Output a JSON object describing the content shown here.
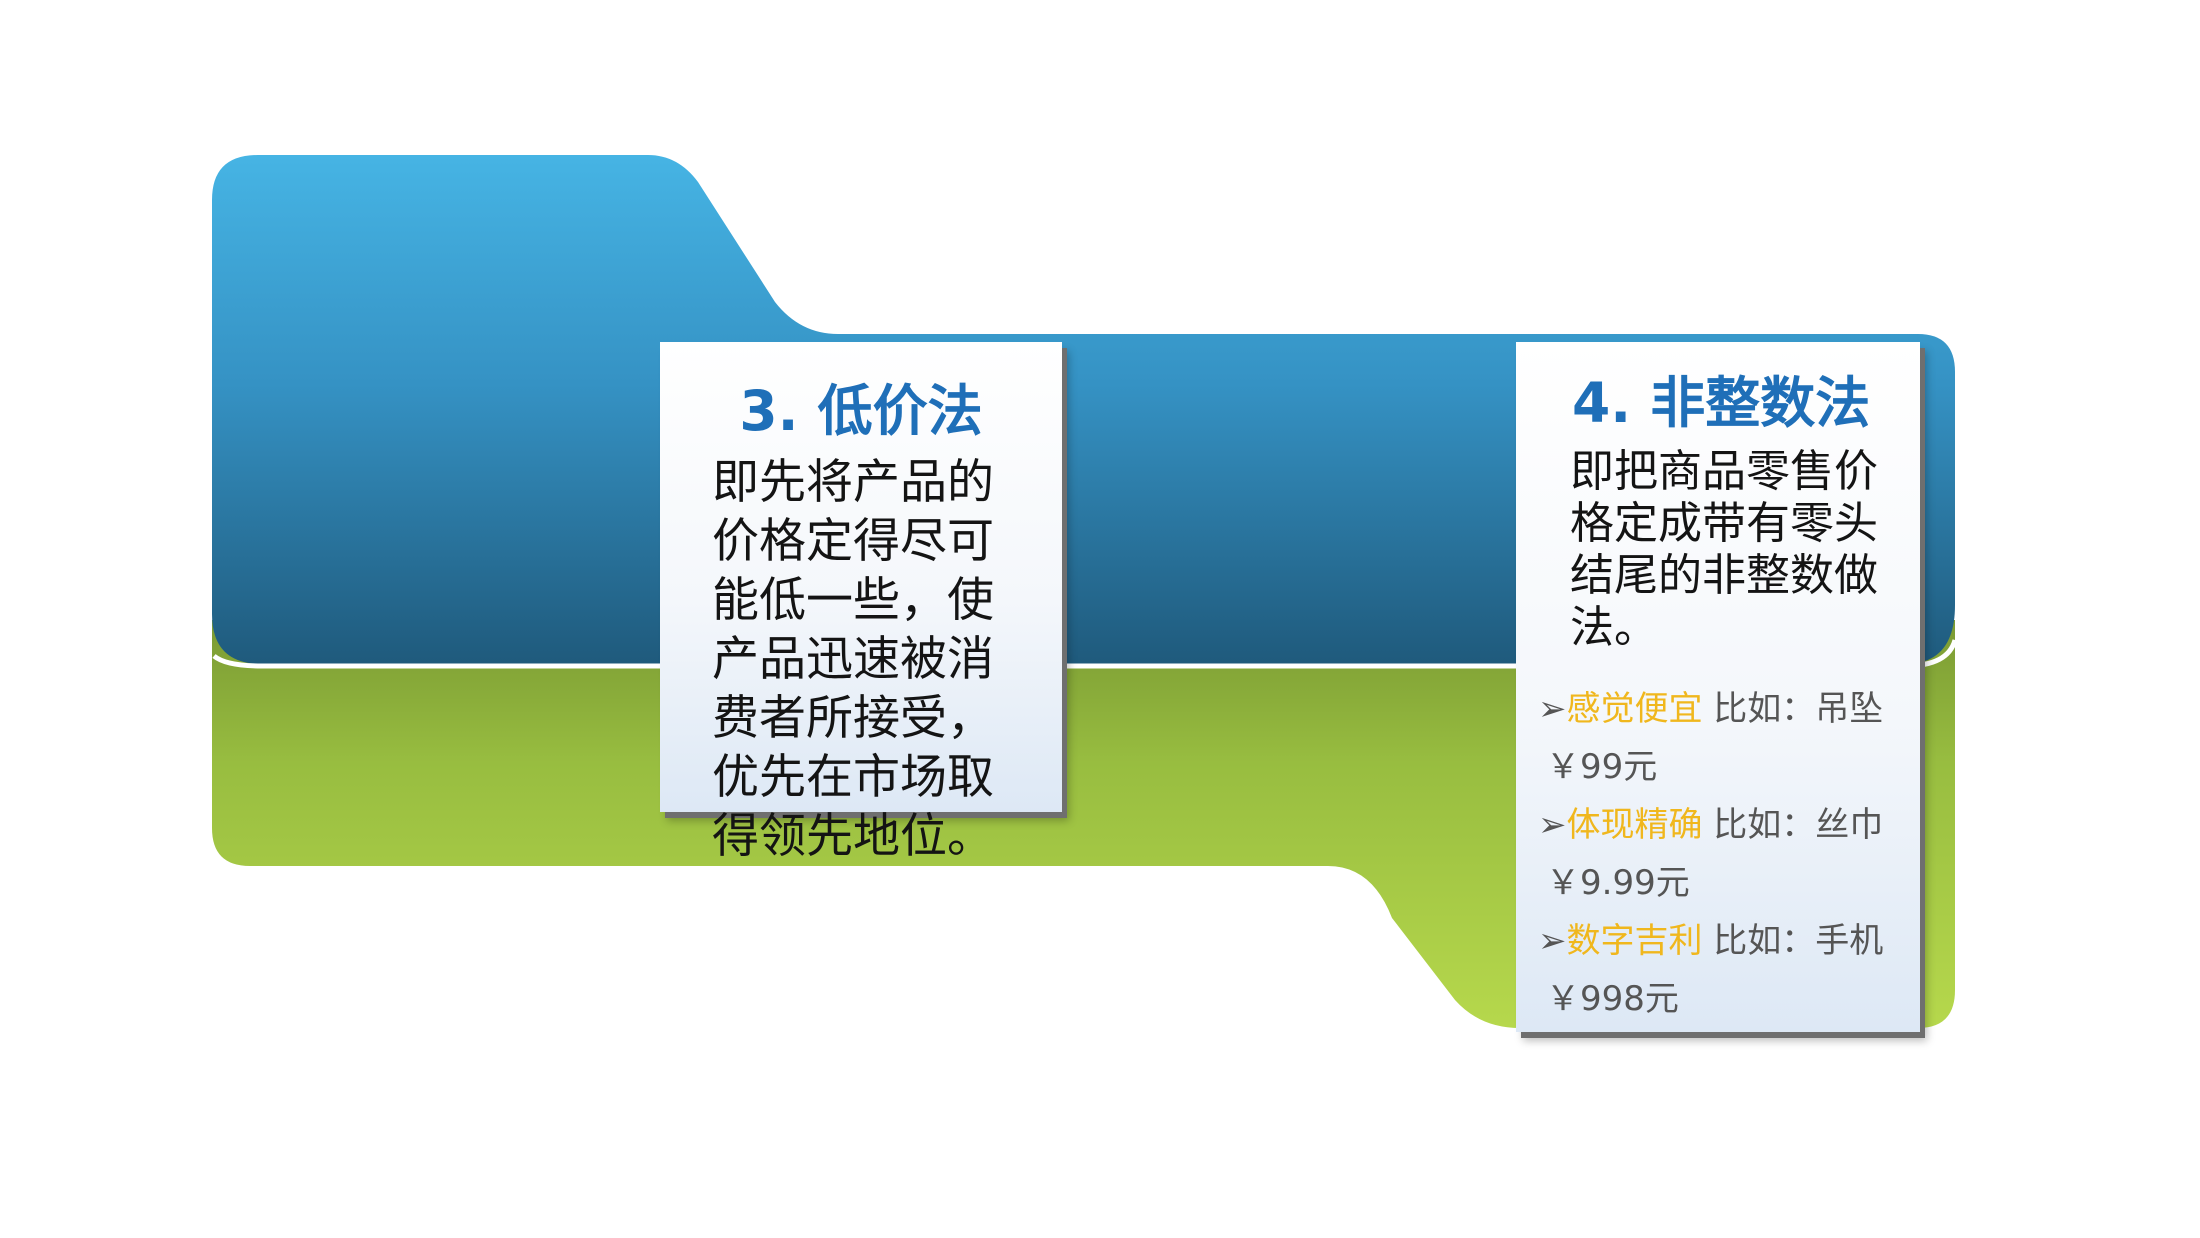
{
  "card3": {
    "title": "3. 低价法",
    "body": "即先将产品的\n价格定得尽可\n能低一些，使\n产品迅速被消\n费者所接受，\n优先在市场取\n得领先地位。"
  },
  "card4": {
    "title": "4. 非整数法",
    "body": "即把商品零售价\n格定成带有零头\n结尾的非整数做\n法。",
    "examples": [
      {
        "arrow": "➢",
        "key": "感觉便宜",
        "desc": " 比如：吊坠",
        "price": "￥99元"
      },
      {
        "arrow": "➢",
        "key": "体现精确",
        "desc": " 比如：丝巾",
        "price": "￥9.99元"
      },
      {
        "arrow": "➢",
        "key": "数字吉利",
        "desc": " 比如：手机",
        "price": "￥998元"
      }
    ]
  },
  "colors": {
    "blue_top": "#46b4e4",
    "blue_bottom": "#1f5e80",
    "green_top": "#7f9f35",
    "green_bottom": "#b2d34a",
    "title_blue": "#1f6fb8",
    "key_yellow": "#f0b71d"
  }
}
